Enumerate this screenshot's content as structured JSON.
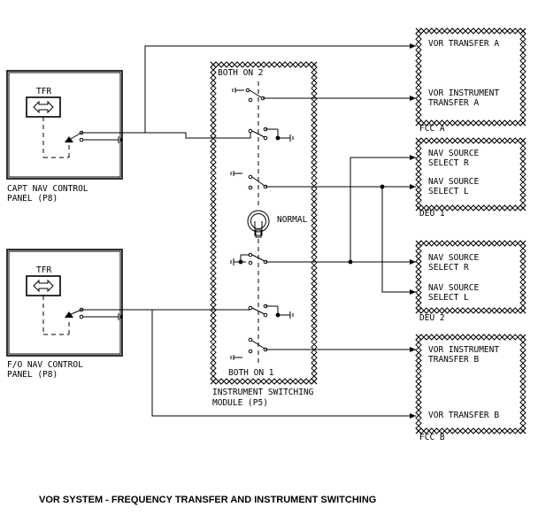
{
  "labels": {
    "vor_transfer_a": "VOR TRANSFER A",
    "vor_instr_transfer_a_1": "VOR INSTRUMENT",
    "vor_instr_transfer_a_2": "TRANSFER A",
    "fcc_a": "FCC A",
    "nav_src_r_1a": "NAV SOURCE",
    "nav_src_r_1b": "SELECT R",
    "nav_src_l_1a": "NAV SOURCE",
    "nav_src_l_1b": "SELECT L",
    "deu_1": "DEU 1",
    "nav_src_r_2a": "NAV SOURCE",
    "nav_src_r_2b": "SELECT R",
    "nav_src_l_2a": "NAV SOURCE",
    "nav_src_l_2b": "SELECT L",
    "deu_2": "DEU 2",
    "vor_instr_transfer_b_1": "VOR INSTRUMENT",
    "vor_instr_transfer_b_2": "TRANSFER B",
    "vor_transfer_b": "VOR TRANSFER B",
    "fcc_b": "FCC B",
    "both_on_2": "BOTH ON 2",
    "both_on_1": "BOTH ON 1",
    "normal": "NORMAL",
    "ism_1": "INSTRUMENT SWITCHING",
    "ism_2": "MODULE (P5)",
    "tfr_capt": "TFR",
    "tfr_fo": "TFR",
    "capt_panel_1": "CAPT NAV CONTROL",
    "capt_panel_2": "PANEL (P8)",
    "fo_panel_1": "F/O NAV CONTROL",
    "fo_panel_2": "PANEL (P8)",
    "caption": "VOR SYSTEM - FREQUENCY TRANSFER AND INSTRUMENT SWITCHING"
  }
}
